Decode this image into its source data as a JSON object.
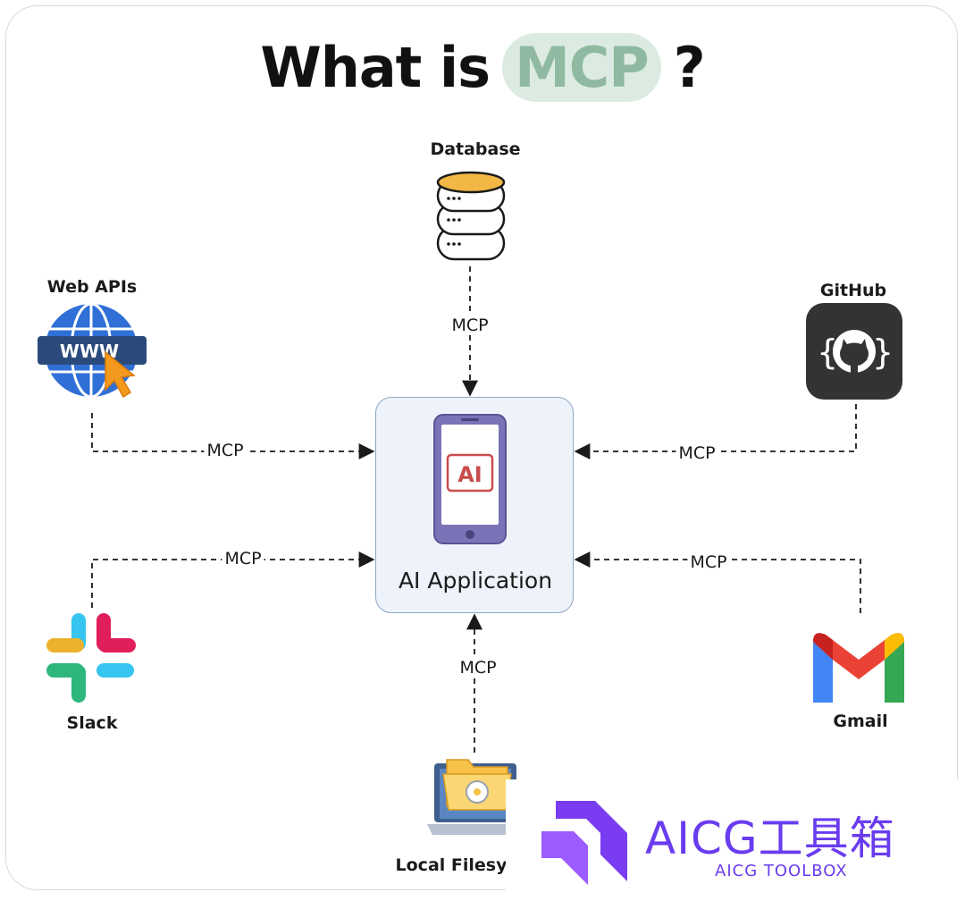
{
  "title": {
    "prefix": "What is",
    "highlight": "MCP",
    "suffix": "?"
  },
  "center": {
    "label": "AI Application",
    "screen_text": "AI"
  },
  "sources": {
    "database": "Database",
    "web_apis": "Web APIs",
    "github": "GitHub",
    "slack": "Slack",
    "gmail": "Gmail",
    "local_fs": "Local Filesy"
  },
  "connection_label": "MCP",
  "icons": {
    "database": "database-icon",
    "web_apis": "www-globe-icon",
    "github": "github-icon",
    "slack": "slack-icon",
    "gmail": "gmail-icon",
    "local_fs": "laptop-folder-icon",
    "device": "smartphone-icon",
    "watermark": "aicg-logo-icon"
  },
  "colors": {
    "title_highlight_bg": "#dcebe1",
    "title_highlight_text": "#8fb9a0",
    "app_box_bg": "#eef3fb",
    "app_box_border": "#8fa6c4",
    "phone": "#7b73b8",
    "watermark": "#6a3cf0"
  },
  "watermark": {
    "main": "AICG工具箱",
    "sub": "AICG TOOLBOX"
  }
}
